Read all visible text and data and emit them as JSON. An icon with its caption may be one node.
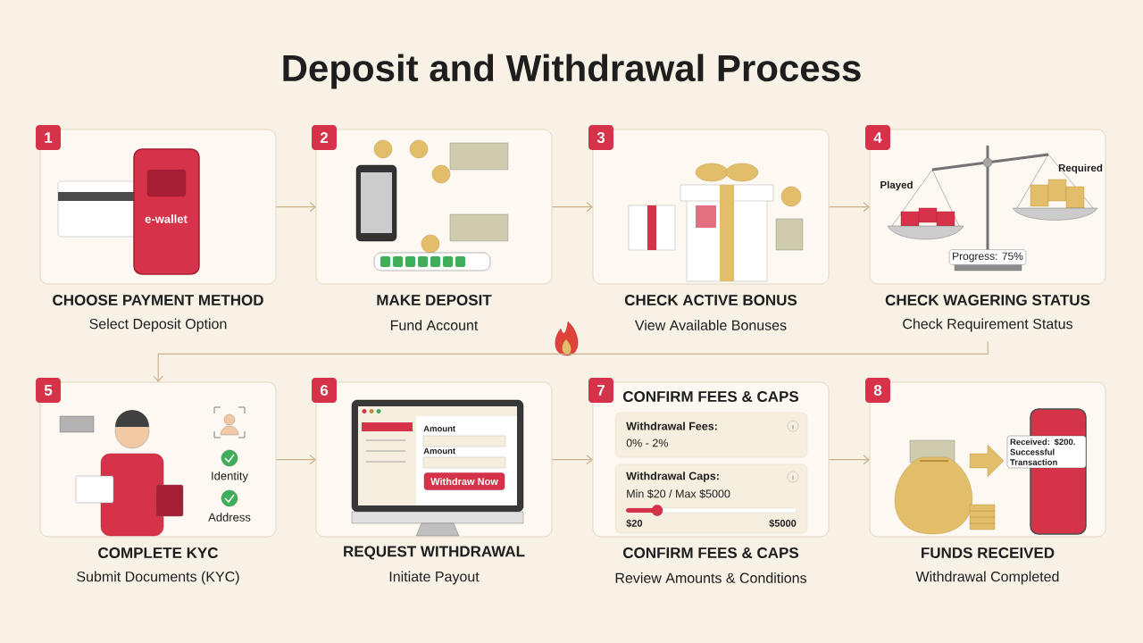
{
  "diagram": {
    "title": "Deposit and Withdrawal Process",
    "nodes": [
      {
        "text": [
          "1",
          "CHOOSE PAYMENT METHOD",
          "Select Deposit Option"
        ]
      },
      {
        "text": [
          "2",
          "MAKE DEPOSIT",
          "Fund Account"
        ]
      },
      {
        "text": [
          "3",
          "CHECK ACTIVE BONUS",
          "View Available Bonuses"
        ]
      },
      {
        "text": [
          "4",
          "CHECK WAGERING STATUS",
          "Check Requirement Status"
        ]
      },
      {
        "text": [
          "5",
          "COMPLETE KYC",
          "Submit Documents (KYC)"
        ]
      },
      {
        "text": [
          "6",
          "REQUEST WITHDRAWAL",
          "Initiate Payout"
        ]
      },
      {
        "text": [
          "7",
          "CONFIRM FEES & CAPS",
          "Review Amounts & Conditions"
        ]
      },
      {
        "text": [
          "8",
          "FUNDS RECEIVED",
          "Withdrawal Completed"
        ]
      }
    ],
    "edges": [
      {
        "from": 0,
        "to": 1,
        "arrow": "to"
      },
      {
        "from": 1,
        "to": 2,
        "arrow": "to"
      },
      {
        "from": 2,
        "to": 3,
        "arrow": "to"
      },
      {
        "from": 3,
        "to": 4,
        "arrow": "to"
      },
      {
        "from": 4,
        "to": 5,
        "arrow": "to"
      },
      {
        "from": 5,
        "to": 6,
        "arrow": "to"
      },
      {
        "from": 6,
        "to": 7,
        "arrow": "to"
      }
    ],
    "labels": [
      "e-wallet",
      "Played",
      "Required",
      "Progress: 75%",
      "Identity",
      "Address",
      "Amount",
      "Amount",
      "Withdraw Now",
      "CONFIRM FEES & CAPS",
      "Withdrawal Fees:",
      "0% - 2%",
      "Withdrawal Caps:",
      "Min $20 / Max $5000",
      "$20",
      "$5000",
      "Received: $200. Successful Transaction"
    ]
  }
}
